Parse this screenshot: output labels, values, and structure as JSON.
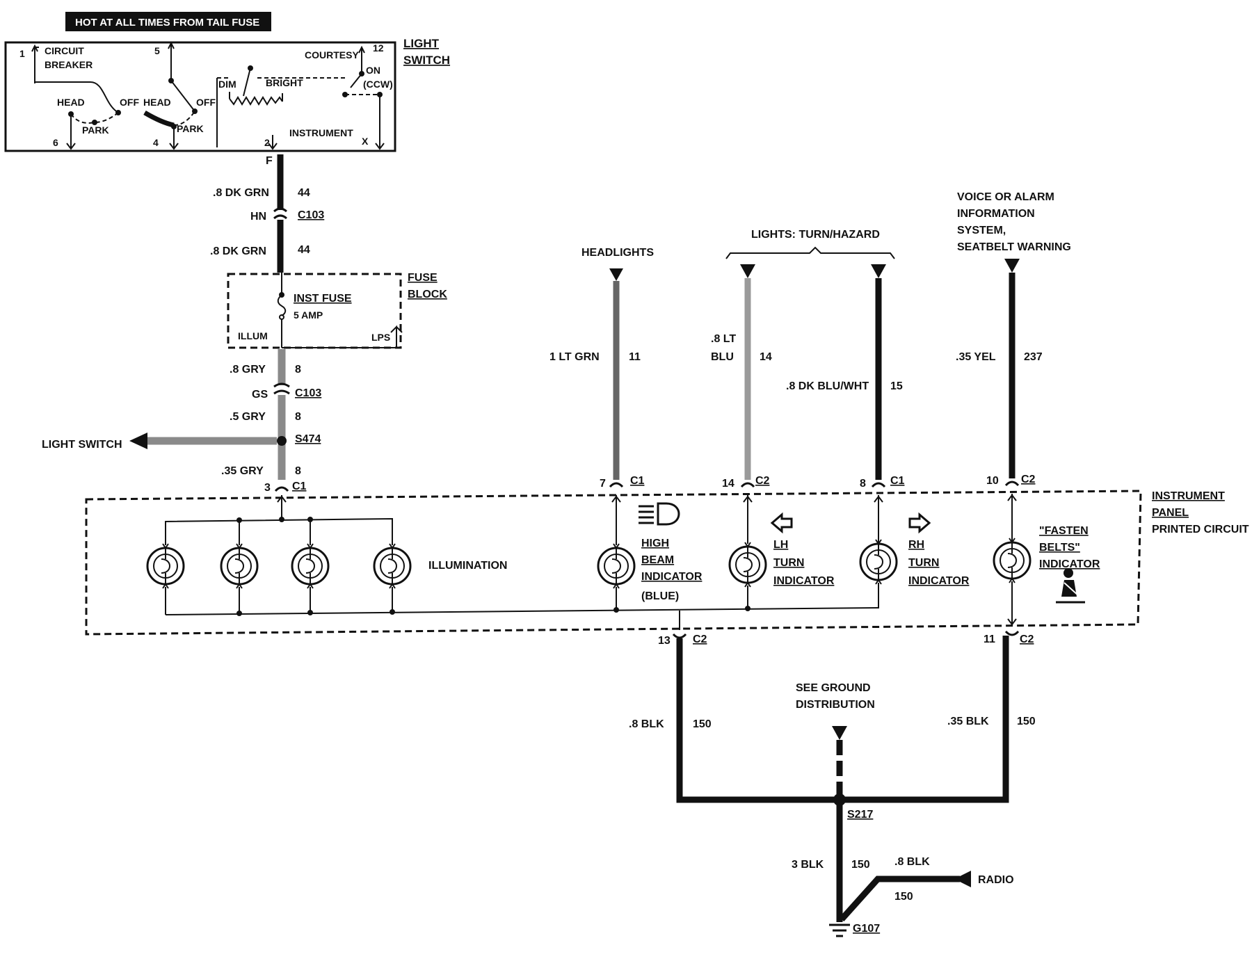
{
  "header": {
    "banner": "HOT AT ALL TIMES FROM TAIL FUSE"
  },
  "light_switch": {
    "title_line1": "LIGHT",
    "title_line2": "SWITCH",
    "pin_1": "1",
    "pin_5": "5",
    "pin_12": "12",
    "pin_6": "6",
    "pin_4": "4",
    "pin_2": "2",
    "pin_x": "X",
    "circuit_line1": "CIRCUIT",
    "circuit_line2": "BREAKER",
    "head_left": "HEAD",
    "off_left": "OFF",
    "park_left": "PARK",
    "head_right": "HEAD",
    "off_right": "OFF",
    "park_right": "PARK",
    "dim": "DIM",
    "bright": "BRIGHT",
    "courtesy": "COURTESY",
    "on": "ON",
    "ccw": "(CCW)",
    "instrument": "INSTRUMENT"
  },
  "feed": {
    "pin_f": "F",
    "wire1_gauge": ".8 DK GRN",
    "wire1_circuit": "44",
    "conn1_pins": "HN",
    "conn1_name": "C103",
    "wire2_gauge": ".8 DK GRN",
    "wire2_circuit": "44"
  },
  "fuse_block": {
    "title_line1": "FUSE",
    "title_line2": "BLOCK",
    "fuse_name": "INST FUSE",
    "fuse_rating": "5 AMP",
    "illum": "ILLUM",
    "lps": "LPS"
  },
  "gray_feed": {
    "wire1_gauge": ".8 GRY",
    "wire1_circuit": "8",
    "conn_pins": "GS",
    "conn_name": "C103",
    "wire2_gauge": ".5 GRY",
    "wire2_circuit": "8",
    "splice": "S474",
    "branch_label": "LIGHT SWITCH",
    "wire3_gauge": ".35 GRY",
    "wire3_circuit": "8",
    "pin": "3",
    "conn2": "C1"
  },
  "inputs": {
    "headlights": {
      "label": "HEADLIGHTS",
      "gauge": "1 LT GRN",
      "circuit": "11",
      "pin": "7",
      "conn": "C1"
    },
    "turn_group_label": "LIGHTS: TURN/HAZARD",
    "lh_turn": {
      "gauge_line1": ".8 LT",
      "gauge_line2": "BLU",
      "circuit": "14",
      "pin": "14",
      "conn": "C2"
    },
    "rh_turn": {
      "gauge": ".8 DK BLU/WHT",
      "circuit": "15",
      "pin": "8",
      "conn": "C1"
    },
    "voice": {
      "label_line1": "VOICE OR ALARM",
      "label_line2": "INFORMATION",
      "label_line3": "SYSTEM,",
      "label_line4": "SEATBELT WARNING",
      "gauge": ".35 YEL",
      "circuit": "237",
      "pin": "10",
      "conn": "C2"
    }
  },
  "panel": {
    "title_line1": "INSTRUMENT",
    "title_line2": "PANEL",
    "title_line3": "PRINTED CIRCUIT",
    "illumination": "ILLUMINATION",
    "high_beam_line1": "HIGH",
    "high_beam_line2": "BEAM",
    "high_beam_line3": "INDICATOR",
    "high_beam_color": "(BLUE)",
    "lh_line1": "LH",
    "lh_line2": "TURN",
    "lh_line3": "INDICATOR",
    "rh_line1": "RH",
    "rh_line2": "TURN",
    "rh_line3": "INDICATOR",
    "fasten_line1": "\"FASTEN",
    "fasten_line2": "BELTS\"",
    "fasten_line3": "INDICATOR"
  },
  "ground": {
    "left_pin": "13",
    "left_conn": "C2",
    "right_pin": "11",
    "right_conn": "C2",
    "left_gauge": ".8 BLK",
    "left_circuit": "150",
    "right_gauge": ".35 BLK",
    "right_circuit": "150",
    "see_line1": "SEE GROUND",
    "see_line2": "DISTRIBUTION",
    "splice": "S217",
    "main_gauge": "3 BLK",
    "main_circuit": "150",
    "radio_gauge": ".8 BLK",
    "radio_circuit": "150",
    "radio": "RADIO",
    "ground_id": "G107"
  },
  "colors": {
    "ink": "#111111",
    "gray_wire": "#8a8a8a",
    "lt_wire": "#9a9a9a",
    "background": "#ffffff"
  }
}
